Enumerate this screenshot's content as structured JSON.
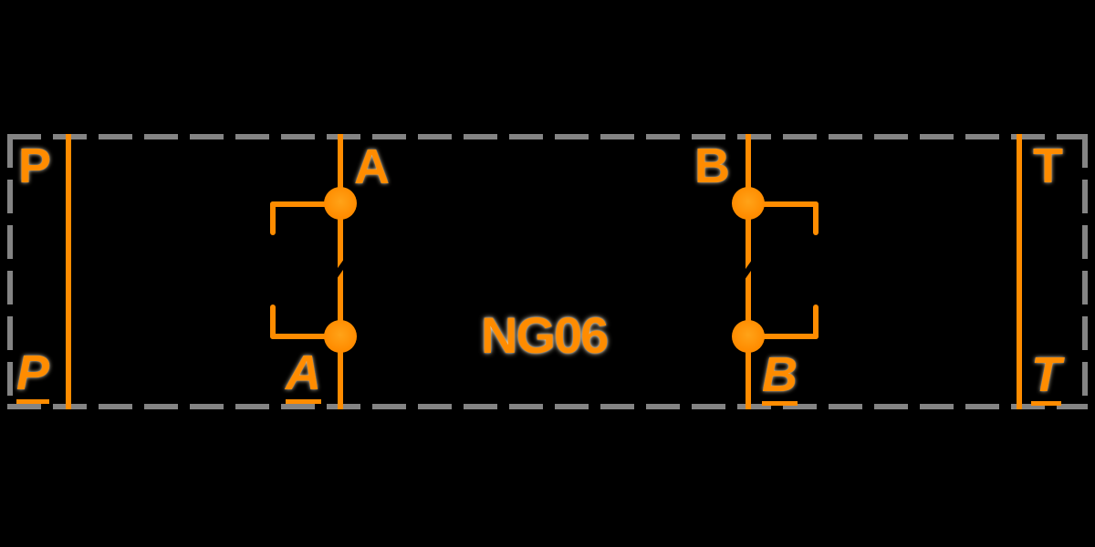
{
  "schematic": {
    "center_label": "NG06",
    "top_port_labels": {
      "p": "P",
      "a": "A",
      "b": "B",
      "t": "T"
    },
    "bottom_port_labels": {
      "p": "P",
      "a": "A",
      "b": "B",
      "t": "T"
    },
    "colors": {
      "line_accent": "#ff8c00",
      "dashed_border": "#848484",
      "background": "#000000"
    }
  }
}
